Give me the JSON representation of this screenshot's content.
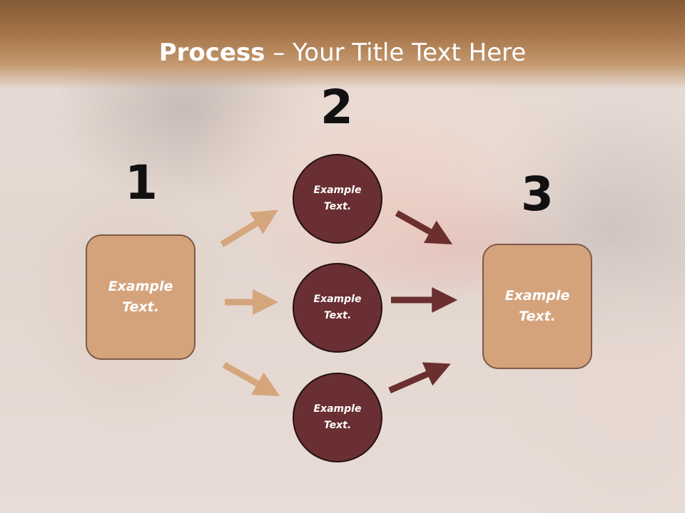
{
  "title": {
    "bold": "Process",
    "rest": " – Your Title Text Here"
  },
  "steps": {
    "one": {
      "number": "1",
      "text": "Example Text."
    },
    "two": {
      "number": "2"
    },
    "three": {
      "number": "3",
      "text": "Example Text."
    }
  },
  "circles": [
    {
      "text": "Example Text."
    },
    {
      "text": "Example Text."
    },
    {
      "text": "Example Text."
    }
  ],
  "colors": {
    "header": "#a8764b",
    "box_fill": "#d4a37c",
    "box_border": "#7b5a47",
    "circle_fill": "#6a2f32",
    "left_arrows": "#d5a57c",
    "right_arrows": "#6b2f30"
  }
}
